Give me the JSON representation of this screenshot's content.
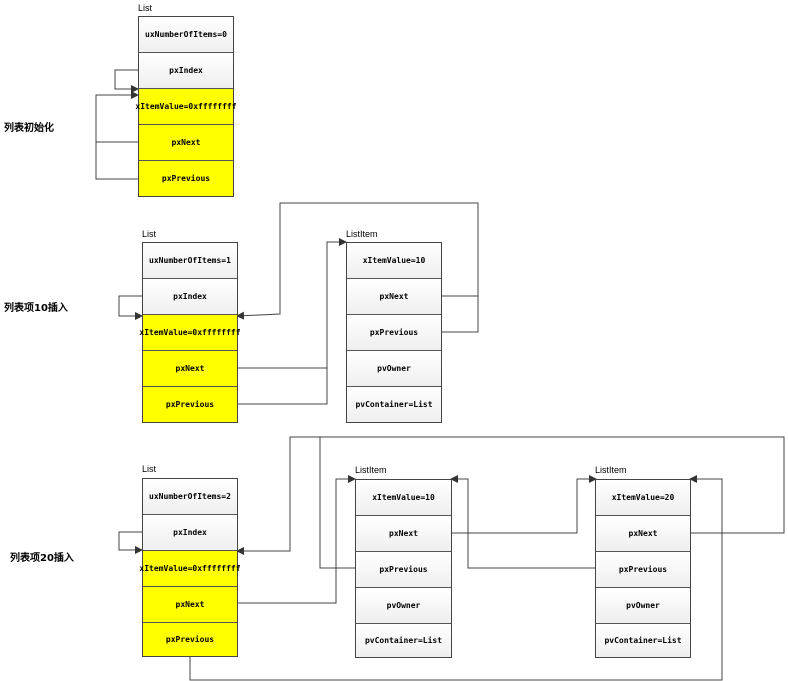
{
  "section1": {
    "label": "列表初始化",
    "list": {
      "title": "List",
      "fields": [
        "uxNumberOfItems=0",
        "pxIndex",
        "xItemValue=0xffffffff",
        "pxNext",
        "pxPrevious"
      ]
    }
  },
  "section2": {
    "label": "列表项10插入",
    "list": {
      "title": "List",
      "fields": [
        "uxNumberOfItems=1",
        "pxIndex",
        "xItemValue=0xffffffff",
        "pxNext",
        "pxPrevious"
      ]
    },
    "item": {
      "title": "ListItem",
      "fields": [
        "xItemValue=10",
        "pxNext",
        "pxPrevious",
        "pvOwner",
        "pvContainer=List"
      ]
    }
  },
  "section3": {
    "label": "列表项20插入",
    "list": {
      "title": "List",
      "fields": [
        "uxNumberOfItems=2",
        "pxIndex",
        "xItemValue=0xffffffff",
        "pxNext",
        "pxPrevious"
      ]
    },
    "item1": {
      "title": "ListItem",
      "fields": [
        "xItemValue=10",
        "pxNext",
        "pxPrevious",
        "pvOwner",
        "pvContainer=List"
      ]
    },
    "item2": {
      "title": "ListItem",
      "fields": [
        "xItemValue=20",
        "pxNext",
        "pxPrevious",
        "pvOwner",
        "pvContainer=List"
      ]
    }
  },
  "colors": {
    "highlight": "#ffff00",
    "line": "#444444"
  }
}
